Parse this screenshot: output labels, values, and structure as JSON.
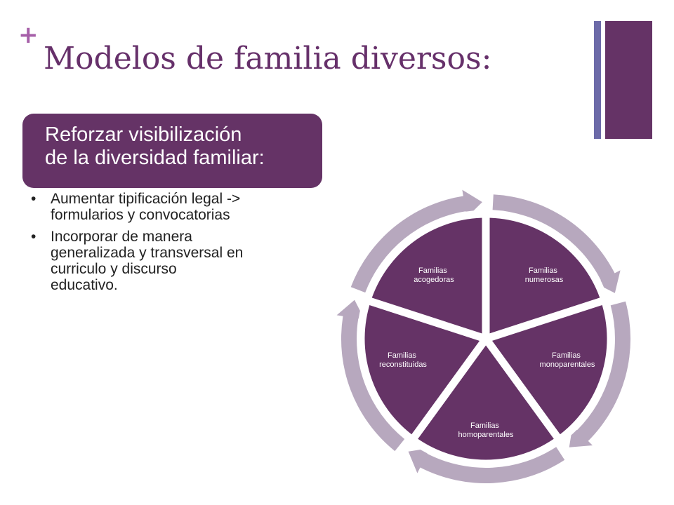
{
  "slide": {
    "plus_sign": "+",
    "title": "Modelos de familia diversos:",
    "callout": {
      "line1": "Reforzar visibilización",
      "line2": "de la diversidad familiar:"
    },
    "bullets": [
      {
        "line1": "Aumentar tipificación legal ->",
        "line2": "formularios y convocatorias"
      },
      {
        "line1": "Incorporar de manera",
        "line2": "generalizada y transversal en",
        "line3": "curriculo y discurso",
        "line4": "educativo."
      }
    ],
    "bullet_symbol": "•"
  },
  "diagram": {
    "type": "cycle",
    "colors": {
      "segment": "#653366",
      "arrow": "#b7a8be",
      "accent_bar": "#6c6aa8"
    },
    "segments": [
      {
        "line1": "Familias",
        "line2": "numerosas"
      },
      {
        "line1": "Familias",
        "line2": "monoparentales"
      },
      {
        "line1": "Familias",
        "line2": "homoparentales"
      },
      {
        "line1": "Familias",
        "line2": "reconstituidas"
      },
      {
        "line1": "Familias",
        "line2": "acogedoras"
      }
    ]
  }
}
